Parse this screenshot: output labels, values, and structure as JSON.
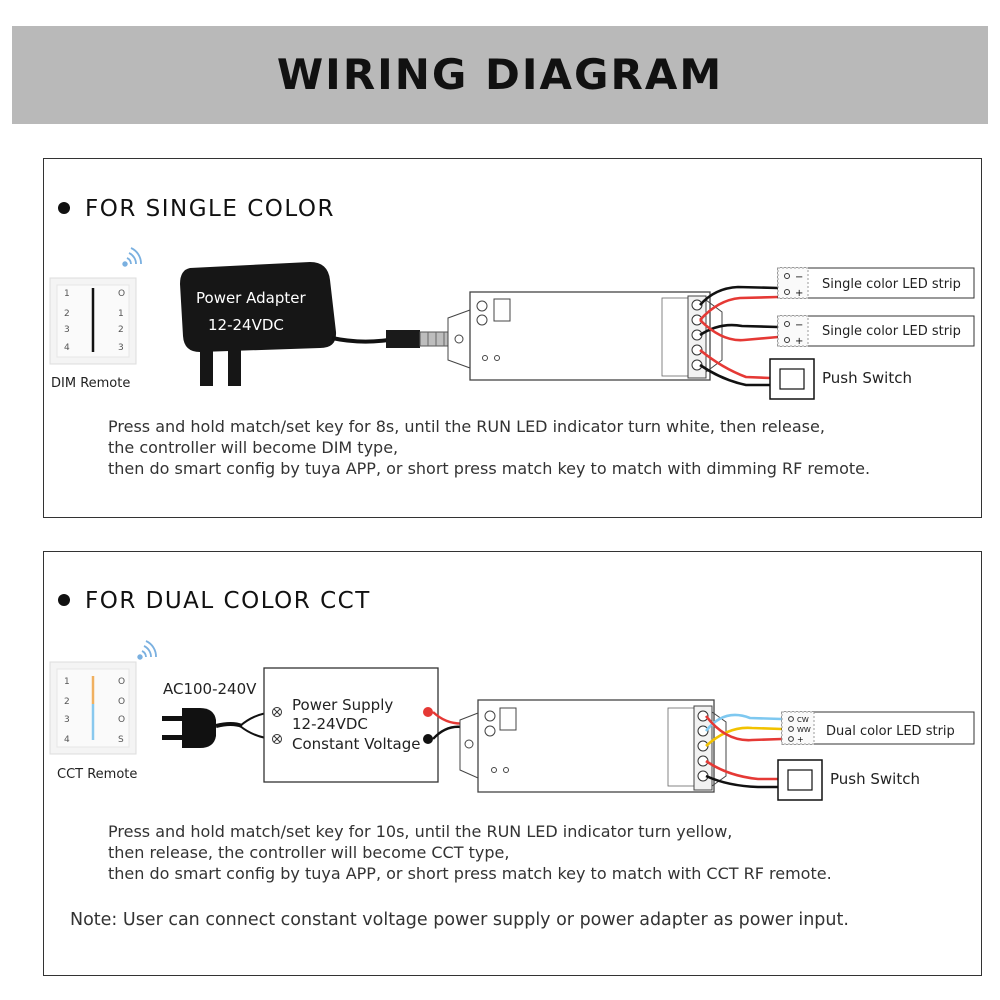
{
  "title": "WIRING DIAGRAM",
  "single": {
    "heading": "FOR SINGLE COLOR",
    "remote_label": "DIM Remote",
    "remote_keys_left": [
      "1",
      "2",
      "3",
      "4"
    ],
    "remote_keys_right": [
      "O",
      "1",
      "2",
      "3"
    ],
    "adapter_line1": "Power Adapter",
    "adapter_line2": "12-24VDC",
    "strip1_label": "Single color LED strip",
    "strip2_label": "Single color LED strip",
    "push_switch": "Push Switch",
    "instructions": [
      "Press and hold match/set key for 8s, until the RUN LED indicator turn white, then release,",
      "the controller will become DIM type,",
      "then do smart config by tuya APP, or short press match key to match with dimming RF remote."
    ]
  },
  "cct": {
    "heading": "FOR DUAL COLOR CCT",
    "remote_label": "CCT Remote",
    "remote_keys_left": [
      "1",
      "2",
      "3",
      "4"
    ],
    "remote_keys_right": [
      "O",
      "O",
      "O",
      "S"
    ],
    "ac_label": "AC100-240V",
    "psu_line1": "Power Supply",
    "psu_line2": "12-24VDC",
    "psu_line3": "Constant Voltage",
    "strip_label": "Dual color LED strip",
    "strip_pins": [
      "CW",
      "WW",
      "+"
    ],
    "push_switch": "Push Switch",
    "instructions": [
      "Press and hold match/set key for 10s, until the RUN LED indicator turn yellow,",
      "then release, the controller will become CCT type,",
      "then do smart config by tuya APP, or short press match key to match with CCT RF remote."
    ]
  },
  "note": "Note: User can connect constant voltage power supply or power adapter as power input.",
  "colors": {
    "banner": "#b9b9b9",
    "wire_red": "#e53935",
    "wire_black": "#111111",
    "wire_yellow": "#f2c200",
    "wire_blue": "#7ec8f0"
  }
}
